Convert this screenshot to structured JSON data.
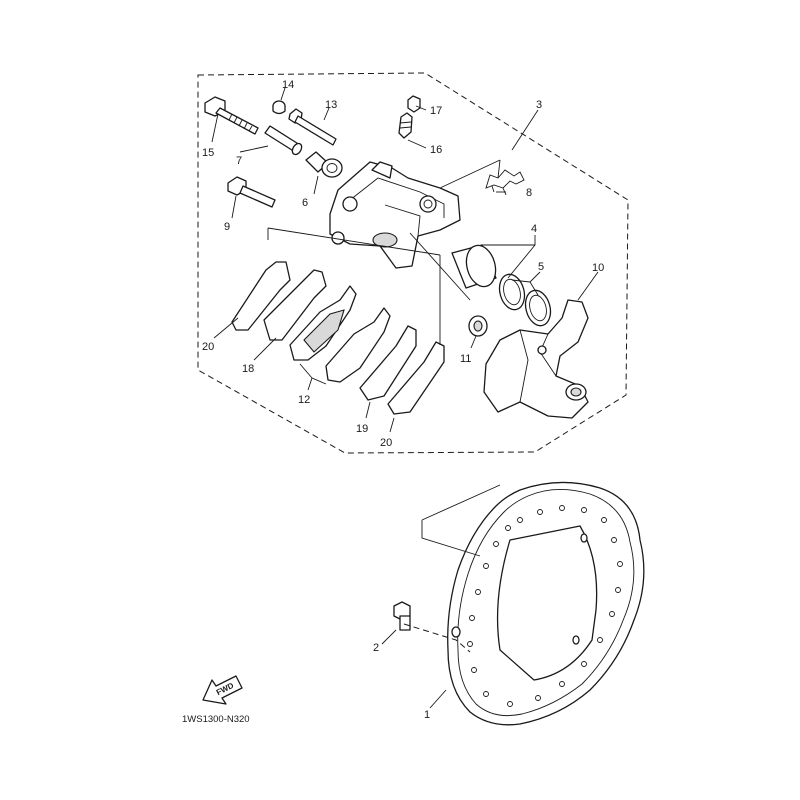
{
  "diagram": {
    "code": "1WS1300-N320",
    "direction_label": "FWD",
    "callouts": [
      {
        "id": "c1",
        "label": "1"
      },
      {
        "id": "c2",
        "label": "2"
      },
      {
        "id": "c3",
        "label": "3"
      },
      {
        "id": "c4",
        "label": "4"
      },
      {
        "id": "c5",
        "label": "5"
      },
      {
        "id": "c6",
        "label": "6"
      },
      {
        "id": "c7",
        "label": "7"
      },
      {
        "id": "c8",
        "label": "8"
      },
      {
        "id": "c9",
        "label": "9"
      },
      {
        "id": "c10",
        "label": "10"
      },
      {
        "id": "c11",
        "label": "11"
      },
      {
        "id": "c12",
        "label": "12"
      },
      {
        "id": "c13",
        "label": "13"
      },
      {
        "id": "c14",
        "label": "14"
      },
      {
        "id": "c15",
        "label": "15"
      },
      {
        "id": "c16",
        "label": "16"
      },
      {
        "id": "c17",
        "label": "17"
      },
      {
        "id": "c18",
        "label": "18"
      },
      {
        "id": "c19",
        "label": "19"
      },
      {
        "id": "c20a",
        "label": "20"
      },
      {
        "id": "c20b",
        "label": "20"
      }
    ]
  }
}
